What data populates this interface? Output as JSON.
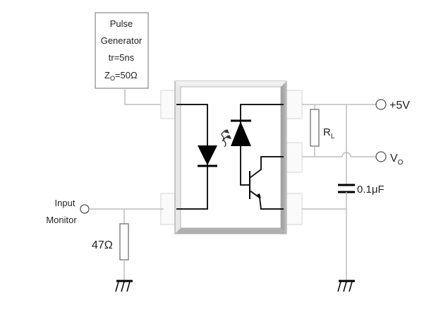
{
  "diagram": {
    "type": "circuit-schematic",
    "pulse_generator": {
      "lines": [
        "Pulse",
        "Generator",
        "tr=5ns"
      ],
      "impedance_prefix": "Z",
      "impedance_sub": "O",
      "impedance_value": "=50Ω"
    },
    "input_monitor": {
      "lines": [
        "Input",
        "Monitor"
      ]
    },
    "resistor_47": {
      "label": "47Ω"
    },
    "load_resistor": {
      "label": "R",
      "sub": "L"
    },
    "supply": {
      "label": "+5V"
    },
    "output": {
      "label": "V",
      "sub": "O"
    },
    "capacitor": {
      "label": "0.1μF"
    },
    "optocoupler": {
      "components": [
        "LED",
        "photodiode",
        "NPN transistor"
      ]
    }
  }
}
